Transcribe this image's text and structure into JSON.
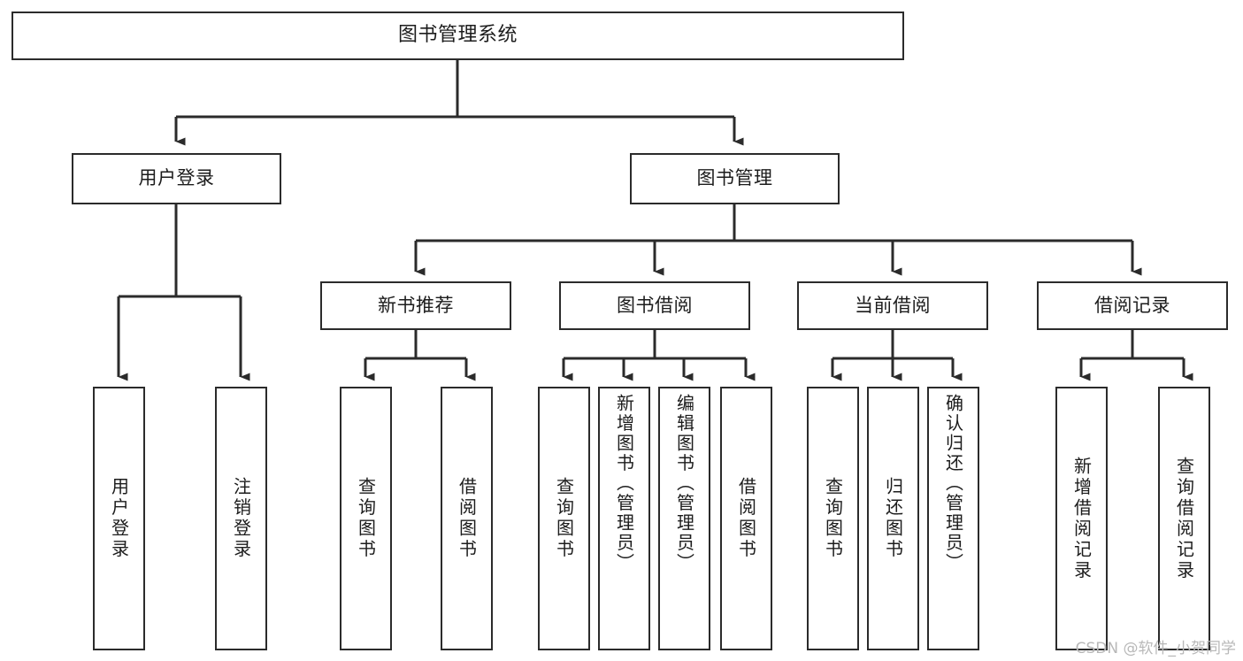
{
  "diagram": {
    "type": "tree-structure-chart",
    "title": "图书管理系统",
    "line_color": "#2b2b2b",
    "box_fill": "#ffffff",
    "text_color": "#1c1c1c",
    "nodes": {
      "root": {
        "label": "图书管理系统"
      },
      "level2": [
        {
          "label": "用户登录"
        },
        {
          "label": "图书管理"
        }
      ],
      "level3": [
        {
          "label": "新书推荐"
        },
        {
          "label": "图书借阅"
        },
        {
          "label": "当前借阅"
        },
        {
          "label": "借阅记录"
        }
      ],
      "leaves": {
        "user_login": [
          {
            "label": "用户登录"
          },
          {
            "label": "注销登录"
          }
        ],
        "new_book_recommend": [
          {
            "label": "查询图书"
          },
          {
            "label": "借阅图书"
          }
        ],
        "book_borrow": [
          {
            "label": "查询图书"
          },
          {
            "label": "新增图书（管理员）"
          },
          {
            "label": "编辑图书（管理员）"
          },
          {
            "label": "借阅图书"
          }
        ],
        "current_borrow": [
          {
            "label": "查询图书"
          },
          {
            "label": "归还图书"
          },
          {
            "label": "确认归还（管理员）"
          }
        ],
        "borrow_record": [
          {
            "label": "新增借阅记录"
          },
          {
            "label": "查询借阅记录"
          }
        ]
      }
    }
  },
  "watermark": {
    "text": "CSDN @软件_小贺同学"
  }
}
